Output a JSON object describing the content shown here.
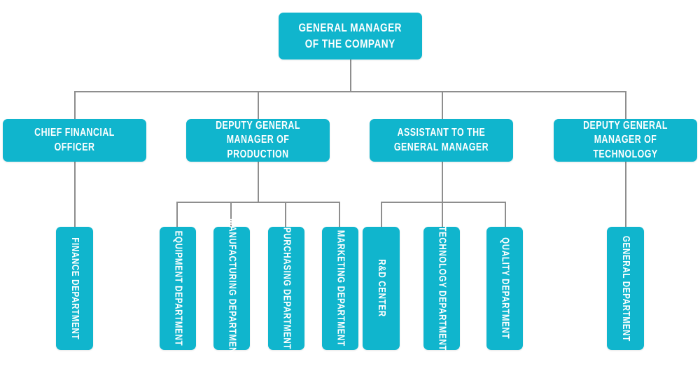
{
  "diagram": {
    "type": "organizational-chart",
    "title": "",
    "theme": {
      "node_fill": "#10b5cd",
      "node_text": "#ffffff",
      "connector": "#8e8e8e",
      "background": "#ffffff"
    }
  },
  "nodes": {
    "root": {
      "id": "general-manager",
      "label": "General Manager\nof the Company"
    },
    "level2": [
      {
        "id": "chief-financial-officer",
        "label": "Chief Financial Officer"
      },
      {
        "id": "deputy-general-manager-production",
        "label": "Deputy General\nManager of Production"
      },
      {
        "id": "assistant-to-general-manager",
        "label": "Assistant to the\nGeneral Manager"
      },
      {
        "id": "deputy-general-manager-technology",
        "label": "Deputy General\nManager of Technology"
      }
    ],
    "level3": [
      {
        "id": "finance-department",
        "label": "Finance Department",
        "parent": "chief-financial-officer"
      },
      {
        "id": "equipment-department",
        "label": "Equipment Department",
        "parent": "deputy-general-manager-production"
      },
      {
        "id": "manufacturing-department",
        "label": "Manufacturing Department",
        "parent": "deputy-general-manager-production"
      },
      {
        "id": "purchasing-department",
        "label": "Purchasing Department",
        "parent": "deputy-general-manager-production"
      },
      {
        "id": "marketing-department",
        "label": "Marketing Department",
        "parent": "deputy-general-manager-production"
      },
      {
        "id": "rd-center",
        "label": "R&D Center",
        "parent": "assistant-to-general-manager"
      },
      {
        "id": "technology-department",
        "label": "Technology Department",
        "parent": "assistant-to-general-manager"
      },
      {
        "id": "quality-department",
        "label": "Quality Department",
        "parent": "assistant-to-general-manager"
      },
      {
        "id": "general-department",
        "label": "General Department",
        "parent": "deputy-general-manager-technology"
      }
    ]
  }
}
